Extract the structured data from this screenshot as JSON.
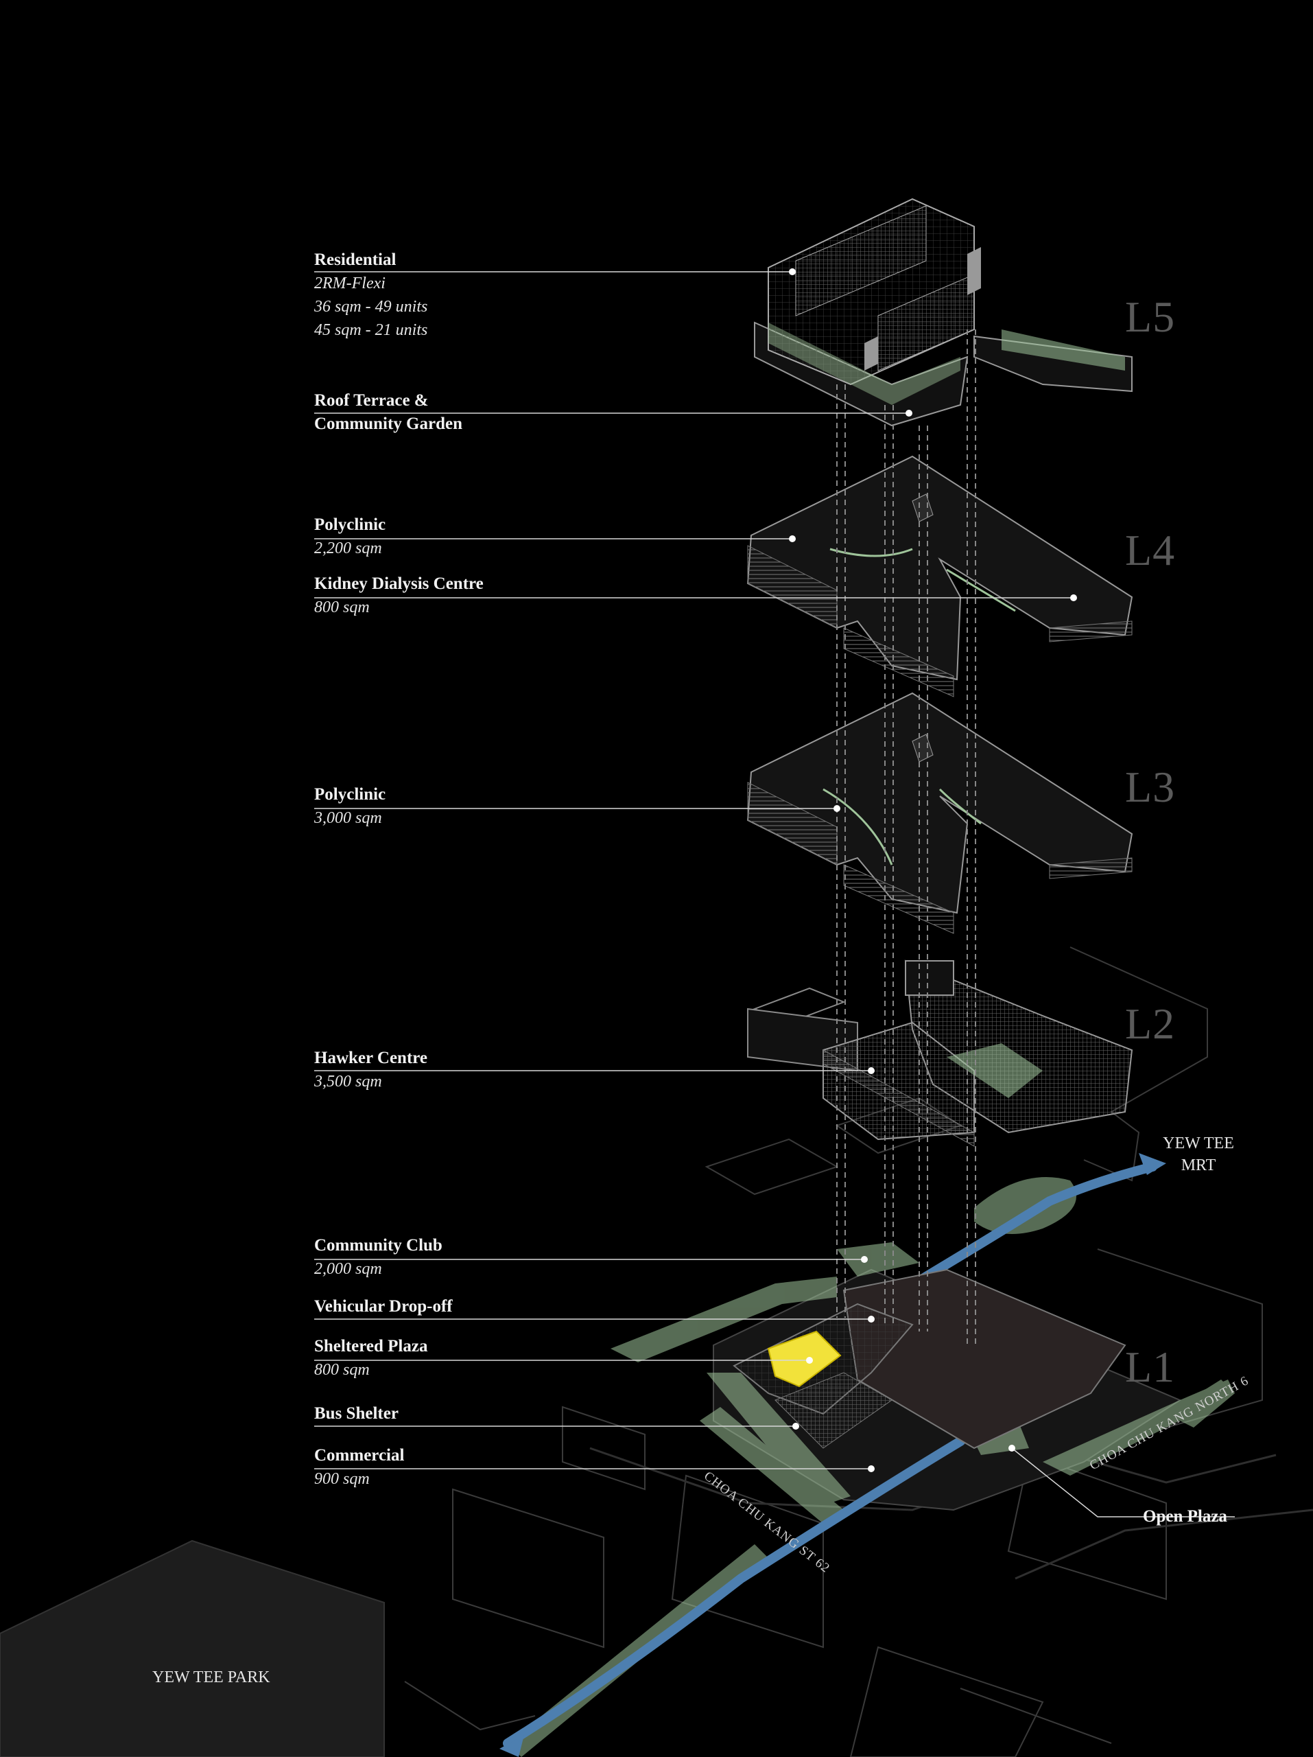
{
  "levels": [
    "L5",
    "L4",
    "L3",
    "L2",
    "L1"
  ],
  "labels": {
    "residential": {
      "title": "Residential",
      "sub1": "2RM-Flexi",
      "sub2": "36 sqm - 49 units",
      "sub3": "45 sqm - 21 units"
    },
    "roof_terrace": {
      "line1": "Roof Terrace &",
      "line2": "Community Garden"
    },
    "polyclinic_l4": {
      "title": "Polyclinic",
      "sub": "2,200 sqm"
    },
    "kidney": {
      "title": "Kidney Dialysis Centre",
      "sub": "800 sqm"
    },
    "polyclinic_l3": {
      "title": "Polyclinic",
      "sub": "3,000 sqm"
    },
    "hawker": {
      "title": "Hawker Centre",
      "sub": "3,500 sqm"
    },
    "community_club": {
      "title": "Community Club",
      "sub": "2,000 sqm"
    },
    "dropoff": {
      "title": "Vehicular Drop-off"
    },
    "sheltered_plaza": {
      "title": "Sheltered Plaza",
      "sub": "800 sqm"
    },
    "bus_shelter": {
      "title": "Bus Shelter"
    },
    "commercial": {
      "title": "Commercial",
      "sub": "900 sqm"
    },
    "open_plaza": {
      "title": "Open Plaza"
    }
  },
  "places": {
    "mrt_line1": "YEW TEE",
    "mrt_line2": "MRT",
    "park": "YEW TEE PARK"
  },
  "roads": {
    "st62": "CHOA CHU KANG ST 62",
    "north6": "CHOA CHU KANG NORTH 6"
  },
  "colors": {
    "background": "#000000",
    "linework": "#9a9a9a",
    "greenery": "#9fc49a",
    "path": "#4d7fb0",
    "highlight": "#f2e23a",
    "level_label": "#5a5a5a"
  }
}
